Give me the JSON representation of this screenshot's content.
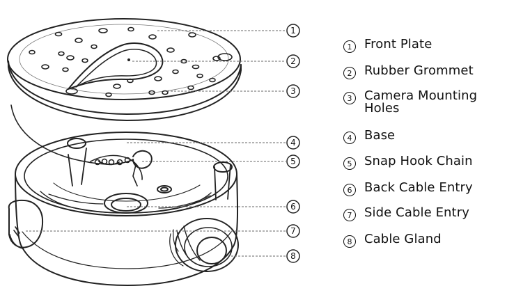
{
  "legend": [
    {
      "number": "1",
      "label": "Front Plate"
    },
    {
      "number": "2",
      "label": "Rubber Grommet"
    },
    {
      "number": "3",
      "label": "Camera Mounting Holes"
    },
    {
      "number": "4",
      "label": "Base"
    },
    {
      "number": "5",
      "label": "Snap Hook Chain"
    },
    {
      "number": "6",
      "label": "Back Cable Entry"
    },
    {
      "number": "7",
      "label": "Side Cable Entry"
    },
    {
      "number": "8",
      "label": "Cable Gland"
    }
  ],
  "callouts": [
    "1",
    "2",
    "3",
    "4",
    "5",
    "6",
    "7",
    "8"
  ]
}
